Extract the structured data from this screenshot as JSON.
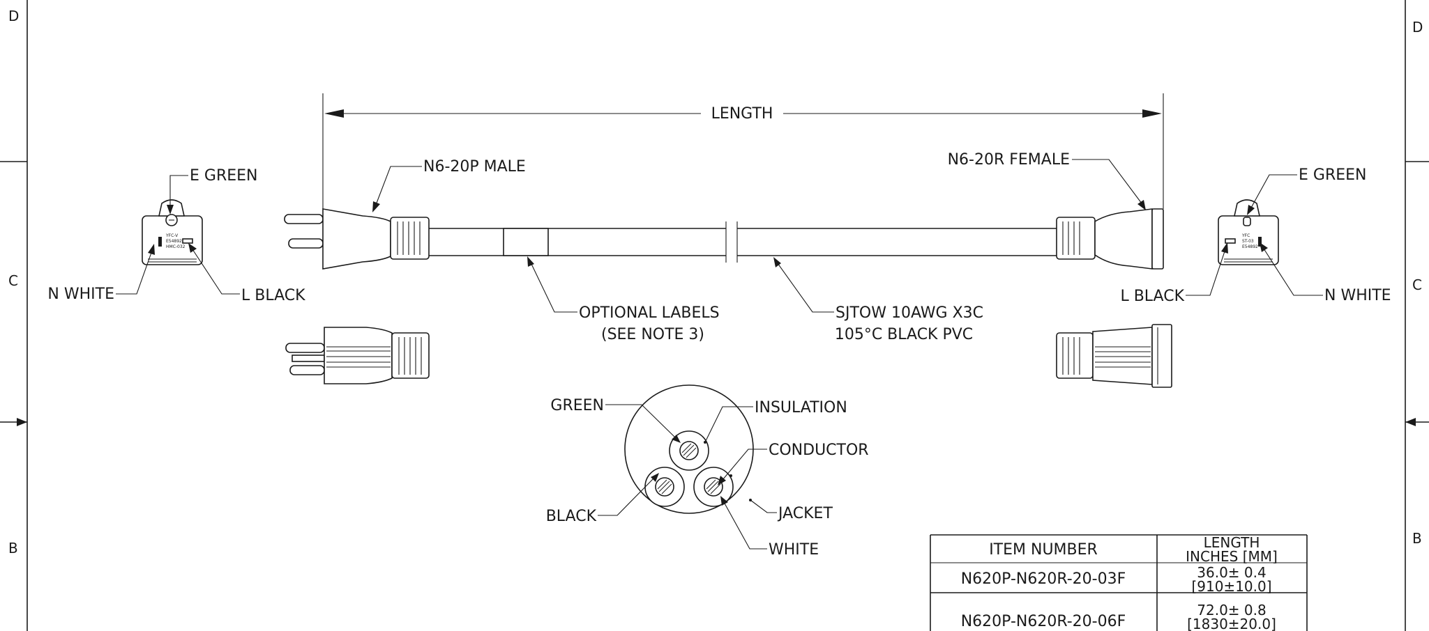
{
  "zones": {
    "top_left": "D",
    "top_right": "D",
    "mid_left": "C",
    "mid_right": "C",
    "low_left": "B",
    "low_right": "B"
  },
  "callouts": {
    "length": "LENGTH",
    "male": "N6-20P MALE",
    "female": "N6-20R FEMALE",
    "e_green_left": "E GREEN",
    "n_white_left": "N WHITE",
    "l_black_left": "L BLACK",
    "e_green_right": "E GREEN",
    "l_black_right": "L BLACK",
    "n_white_right": "N WHITE",
    "labels_line1": "OPTIONAL LABELS",
    "labels_line2": "(SEE NOTE 3)",
    "cable_line1": "SJTOW 10AWG X3C",
    "cable_line2": "105°C BLACK PVC",
    "green": "GREEN",
    "insulation": "INSULATION",
    "conductor": "CONDUCTOR",
    "black": "BLACK",
    "jacket": "JACKET",
    "white": "WHITE"
  },
  "plug_face_left": {
    "line1": "YFC-V",
    "line2": "E54892",
    "line3": "HMC-032"
  },
  "plug_face_right": {
    "line1": "YFC",
    "line2": "ST-03",
    "line3": "E54892"
  },
  "table": {
    "headers": [
      "ITEM NUMBER",
      "LENGTH",
      "INCHES [MM]"
    ],
    "rows": [
      {
        "item": "N620P-N620R-20-03F",
        "length1": "36.0± 0.4",
        "length2": "[910±10.0]"
      },
      {
        "item": "N620P-N620R-20-06F",
        "length1": "72.0± 0.8",
        "length2": "[1830±20.0]"
      }
    ]
  }
}
